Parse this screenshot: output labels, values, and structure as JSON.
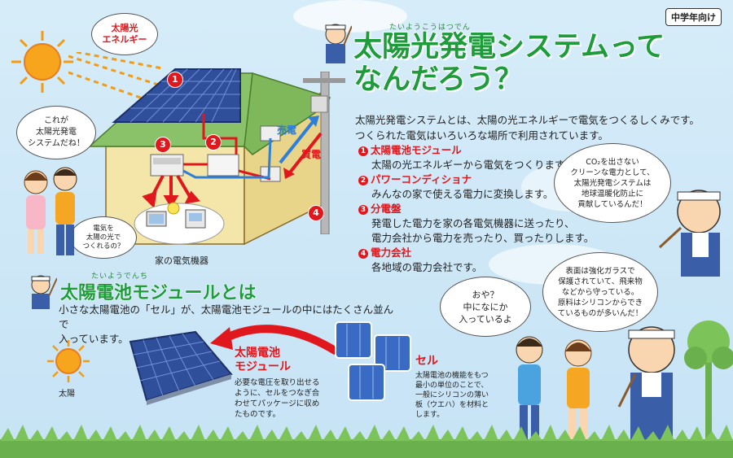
{
  "badge": "中学年向け",
  "title": {
    "ruby": "たいようこうはつでん",
    "line1": "太陽光発電システムって",
    "line2": "なんだろう？"
  },
  "intro": {
    "line1": "太陽光発電システムとは、太陽の光エネルギーで電気をつくるしくみです。",
    "line2": "つくられた電気はいろいろな場所で利用されています。"
  },
  "items": [
    {
      "num": "1",
      "heading": "太陽電池モジュール",
      "desc": "太陽の光エネルギーから電気をつくります。"
    },
    {
      "num": "2",
      "heading": "パワーコンディショナ",
      "desc": "みんなの家で使える電力に変換します。"
    },
    {
      "num": "3",
      "heading": "分電盤",
      "desc1": "発電した電力を家の各電気機器に送ったり、",
      "desc2": "電力会社から電力を売ったり、買ったりします。"
    },
    {
      "num": "4",
      "heading": "電力会社",
      "desc": "各地域の電力会社です。"
    }
  ],
  "diagram": {
    "sunlight_label1": "太陽光",
    "sunlight_label2": "エネルギー",
    "sell_label": "売電",
    "buy_label": "買電",
    "appliances_label": "家の電気機器",
    "markers": [
      "1",
      "2",
      "3",
      "4"
    ]
  },
  "bubbles": {
    "girl_house1": "これが",
    "girl_house2": "太陽光発電",
    "girl_house3": "システムだね！",
    "boy_house1": "電気を",
    "boy_house2": "太陽の光で",
    "boy_house3": "つくれるの？",
    "teacher1_1": "CO₂を出さない",
    "teacher1_2": "クリーンな電力として、",
    "teacher1_3": "太陽光発電システムは",
    "teacher1_4": "地球温暖化防止に",
    "teacher1_5": "貢献しているんだ！",
    "kids1": "おや？",
    "kids2": "中になにか",
    "kids3": "入っているよ",
    "teacher2_1": "表面は強化ガラスで",
    "teacher2_2": "保護されていて、飛来物",
    "teacher2_3": "などから守っている。",
    "teacher2_4": "原料はシリコンからでき",
    "teacher2_5": "ているものが多いんだ！"
  },
  "module_section": {
    "ruby": "たいようでんち",
    "title": "太陽電池モジュールとは",
    "text1": "小さな太陽電池の「セル」が、太陽電池モジュールの中にはたくさん並んで",
    "text2": "入っています。",
    "sun_label": "太陽",
    "module_label1": "太陽電池",
    "module_label2": "モジュール",
    "module_desc": [
      "必要な電圧を取り出せる",
      "ように、セルをつなぎ合",
      "わせてパッケージに収め",
      "たものです。"
    ],
    "cell_label": "セル",
    "cell_desc": [
      "太陽電池の機能をもつ",
      "最小の単位のことで、",
      "一般にシリコンの薄い",
      "板（ウエハ）を材料と",
      "します。"
    ]
  },
  "colors": {
    "green": "#1e9b3a",
    "red": "#e0181e",
    "sky": "#cfe8f7"
  }
}
